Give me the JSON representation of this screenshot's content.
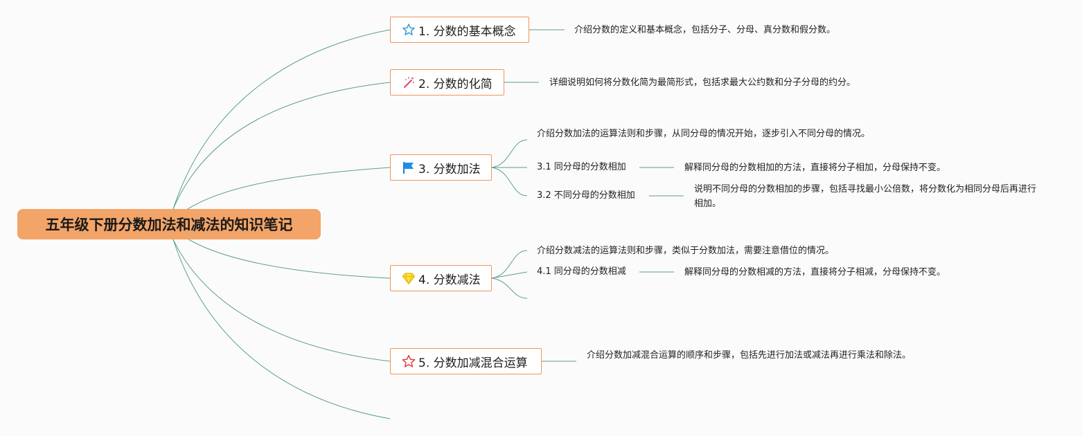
{
  "root": {
    "title": "五年级下册分数加法和减法的知识笔记"
  },
  "topics": [
    {
      "label": "1. 分数的基本概念",
      "icon": "star-outline-icon",
      "desc": "介绍分数的定义和基本概念，包括分子、分母、真分数和假分数。"
    },
    {
      "label": "2. 分数的化简",
      "icon": "magic-wand-icon",
      "desc": "详细说明如何将分数化简为最简形式，包括求最大公约数和分子分母的约分。"
    },
    {
      "label": "3. 分数加法",
      "icon": "blue-flag-icon",
      "desc": "介绍分数加法的运算法则和步骤，从同分母的情况开始，逐步引入不同分母的情况。",
      "subs": [
        {
          "label": "3.1 同分母的分数相加",
          "desc": "解释同分母的分数相加的方法，直接将分子相加，分母保持不变。"
        },
        {
          "label": "3.2 不同分母的分数相加",
          "desc": "说明不同分母的分数相加的步骤，包括寻找最小公倍数，将分数化为相同分母后再进行相加。"
        }
      ]
    },
    {
      "label": "4. 分数减法",
      "icon": "diamond-icon",
      "desc": "介绍分数减法的运算法则和步骤，类似于分数加法，需要注意借位的情况。",
      "subs": [
        {
          "label": "4.1 同分母的分数相减",
          "desc": "解释同分母的分数相减的方法，直接将分子相减，分母保持不变。"
        }
      ]
    },
    {
      "label": "5. 分数加减混合运算",
      "icon": "red-star-outline-icon",
      "desc": "介绍分数加减混合运算的顺序和步骤，包括先进行加法或减法再进行乘法和除法。"
    }
  ],
  "colors": {
    "line": "#5e9e8a",
    "node_border": "#ee955c",
    "root_fill": "#f3a468"
  }
}
